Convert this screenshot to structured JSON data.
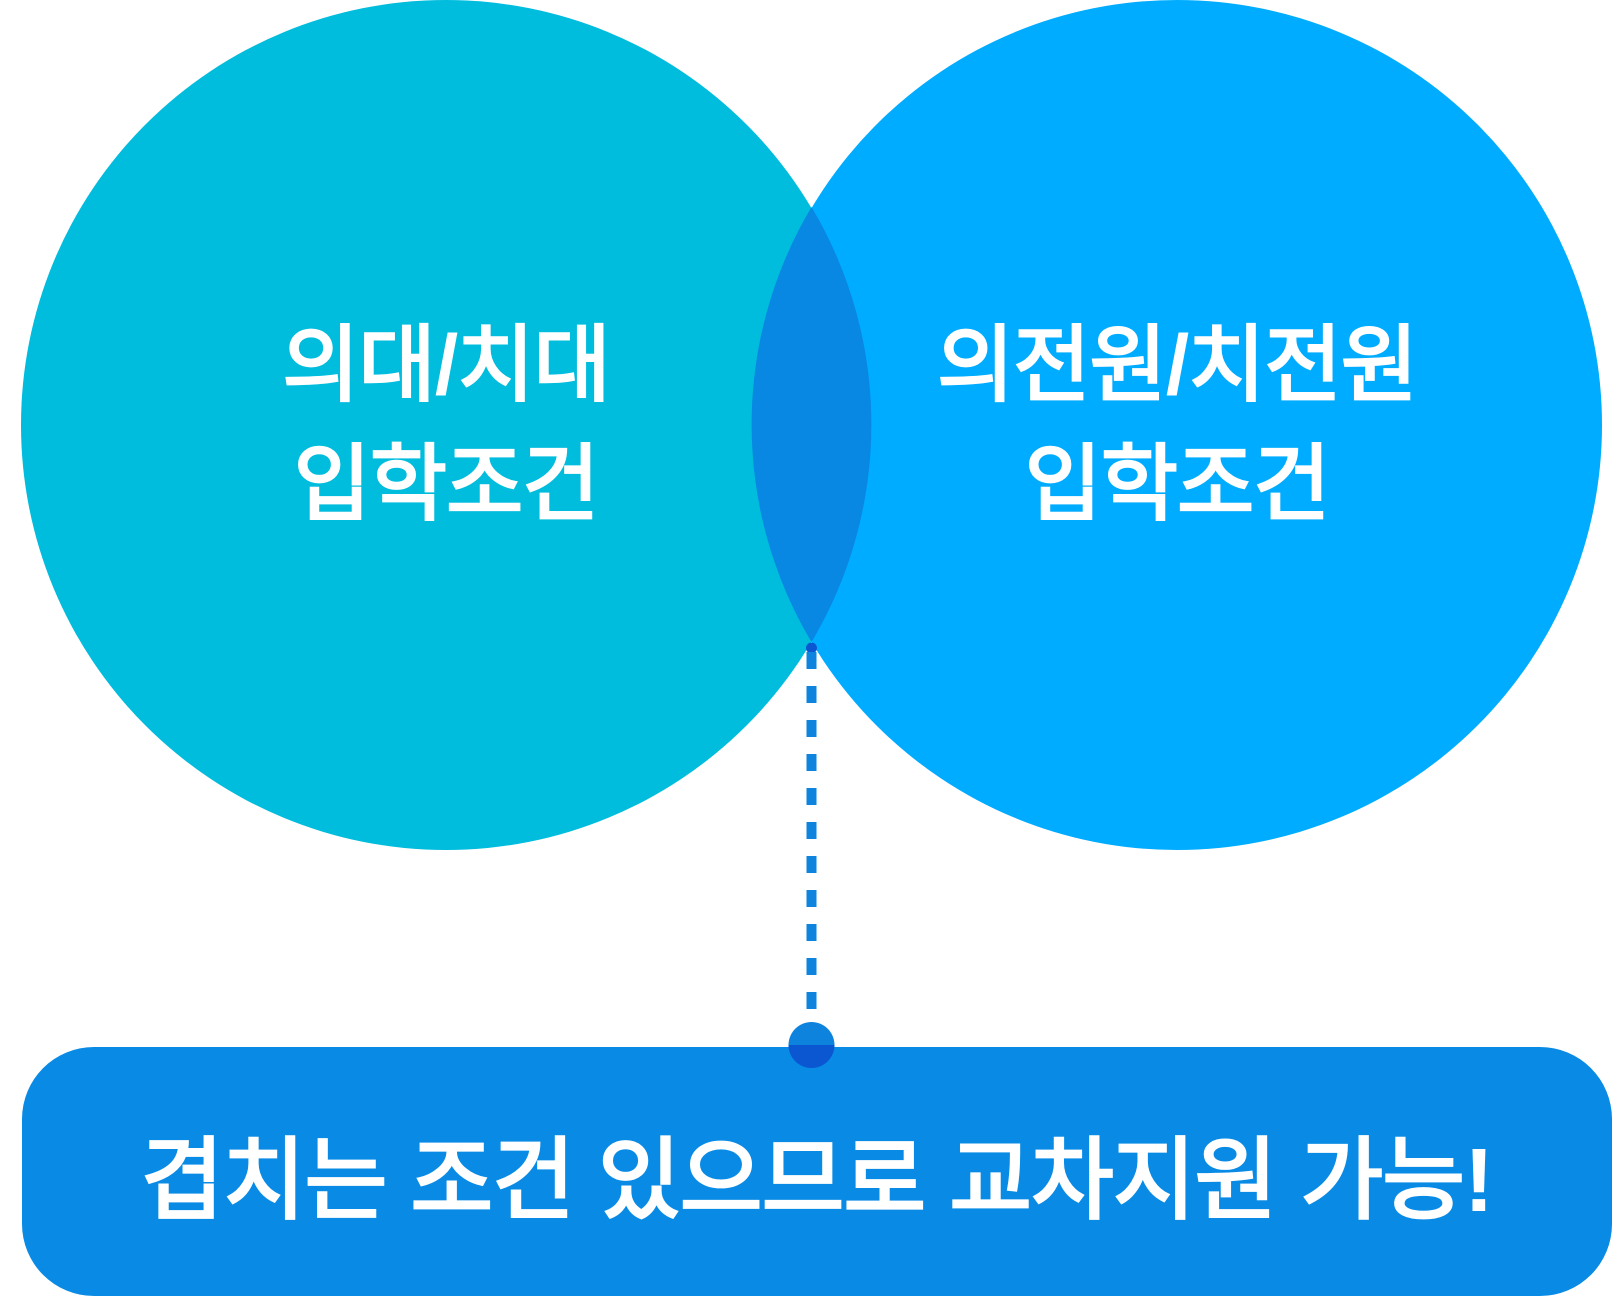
{
  "page": {
    "background": "#FFFFFF"
  },
  "venn": {
    "left_circle": {
      "label_line1": "의대/치대",
      "label_line2": "입학조건",
      "fill": "#00BCDD",
      "text_color": "#FFFFFF"
    },
    "right_circle": {
      "label_line1": "의전원/치전원",
      "label_line2": "입학조건",
      "fill": "#00ACFF",
      "text_color": "#FFFFFF"
    },
    "overlap": {
      "fill": "#0887E3"
    },
    "connector": {
      "line_color": "#0E84DE",
      "start_dot_color": "#0B57D2",
      "end_dot_top_color": "#0D83DE",
      "end_dot_bottom_color": "#0B57D2"
    }
  },
  "banner": {
    "text": "겹치는 조건 있으므로 교차지원 가능!",
    "fill": "#098BE5",
    "text_color": "#FFFFFF"
  }
}
